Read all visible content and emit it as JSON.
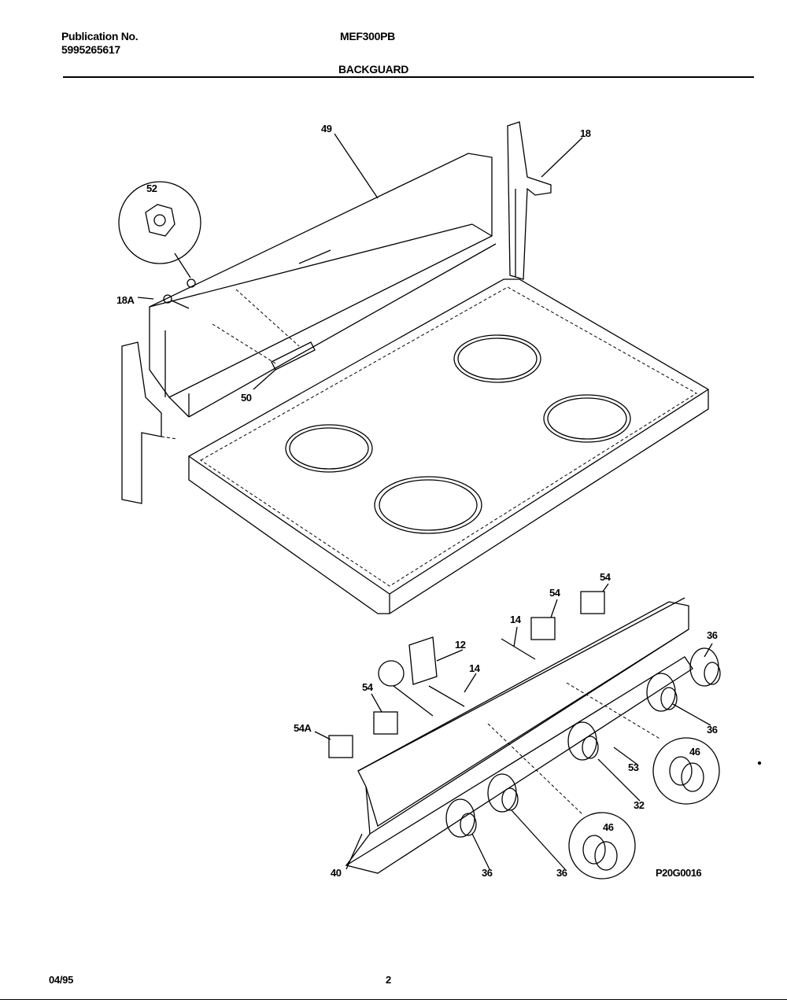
{
  "header": {
    "publication_label": "Publication No.",
    "publication_number": "5995265617",
    "model": "MEF300PB",
    "section_title": "BACKGUARD"
  },
  "diagram": {
    "part_labels": {
      "backguard": "49",
      "end_cap_right": "18",
      "nut_detail": "52",
      "end_cap_left": "18A",
      "bracket": "50",
      "switch_1": "54",
      "switch_2": "54",
      "lamp_holder_1": "14",
      "clock": "12",
      "lamp_holder_2": "14",
      "switch_3": "54",
      "switch_4": "54A",
      "knob_right_top": "36",
      "knob_right_mid": "36",
      "knob_insert_right": "46",
      "rail": "53",
      "knob_center": "32",
      "knob_insert_center": "46",
      "control_panel": "40",
      "knob_left_1": "36",
      "knob_left_2": "36"
    },
    "figure_id": "P20G0016"
  },
  "footer": {
    "date": "04/95",
    "page_number": "2"
  }
}
